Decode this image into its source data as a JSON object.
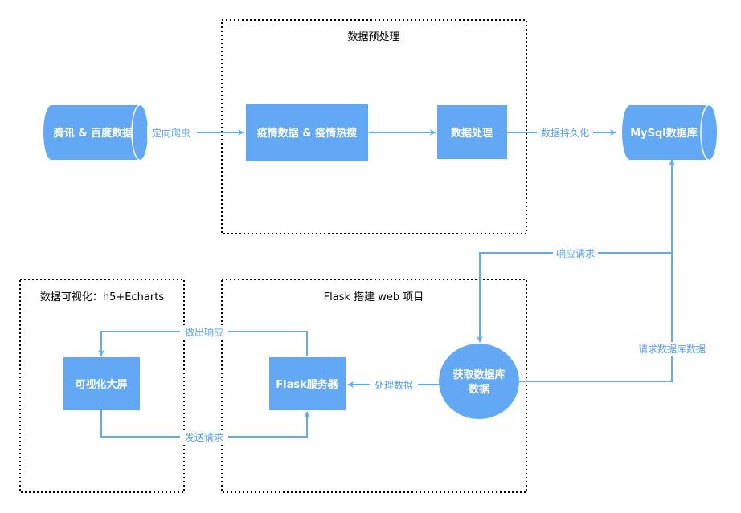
{
  "colors": {
    "node_fill": "#62a8f4",
    "edge": "#66aaee",
    "edge_label": "#5aa0e8",
    "group_border": "#000000"
  },
  "groups": {
    "preprocess": "数据预处理",
    "flask_project": "Flask 搭建 web 项目",
    "visualization": "数据可视化：h5+Echarts"
  },
  "nodes": {
    "source": "腾讯 & 百度数据",
    "epidemic": "疫情数据 & 疫情热搜",
    "processing": "数据处理",
    "mysql": "MySql数据库",
    "fetch_line1": "获取数据库",
    "fetch_line2": "数据",
    "flask_server": "Flask服务器",
    "dashboard": "可视化大屏"
  },
  "edges": {
    "crawler": "定向爬虫",
    "persist": "数据持久化",
    "respond_request": "响应请求",
    "request_db": "请求数据库数据",
    "process_data": "处理数据",
    "make_response": "做出响应",
    "send_request": "发送请求"
  }
}
